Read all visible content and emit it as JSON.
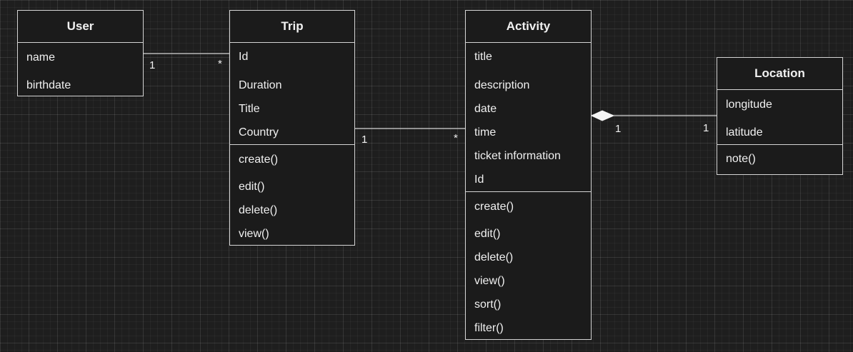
{
  "diagram": {
    "classes": {
      "user": {
        "title": "User",
        "attributes": [
          "name",
          "birthdate"
        ],
        "methods": []
      },
      "trip": {
        "title": "Trip",
        "attributes": [
          "Id",
          "Duration",
          "Title",
          "Country"
        ],
        "methods": [
          "create()",
          "edit()",
          "delete()",
          "view()"
        ]
      },
      "activity": {
        "title": "Activity",
        "attributes": [
          "title",
          "description",
          "date",
          "time",
          "ticket information",
          "Id"
        ],
        "methods": [
          "create()",
          "edit()",
          "delete()",
          "view()",
          "sort()",
          "filter()"
        ]
      },
      "location": {
        "title": "Location",
        "attributes": [
          "longitude",
          "latitude"
        ],
        "methods": [
          "note()"
        ]
      }
    },
    "relationships": [
      {
        "from": "user",
        "to": "trip",
        "from_mult": "1",
        "to_mult": "*",
        "kind": "association"
      },
      {
        "from": "trip",
        "to": "activity",
        "from_mult": "1",
        "to_mult": "*",
        "kind": "association"
      },
      {
        "from": "activity",
        "to": "location",
        "from_mult": "1",
        "to_mult": "1",
        "kind": "composition"
      }
    ]
  }
}
